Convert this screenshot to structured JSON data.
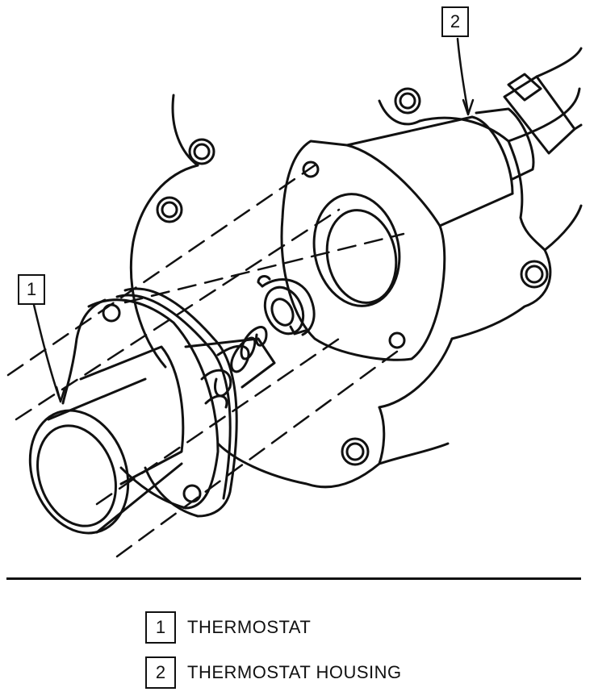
{
  "callouts": {
    "one": "1",
    "two": "2"
  },
  "legend": [
    {
      "number": "1",
      "label": "THERMOSTAT"
    },
    {
      "number": "2",
      "label": "THERMOSTAT HOUSING"
    }
  ],
  "colors": {
    "ink": "#111111",
    "paper": "#ffffff"
  }
}
